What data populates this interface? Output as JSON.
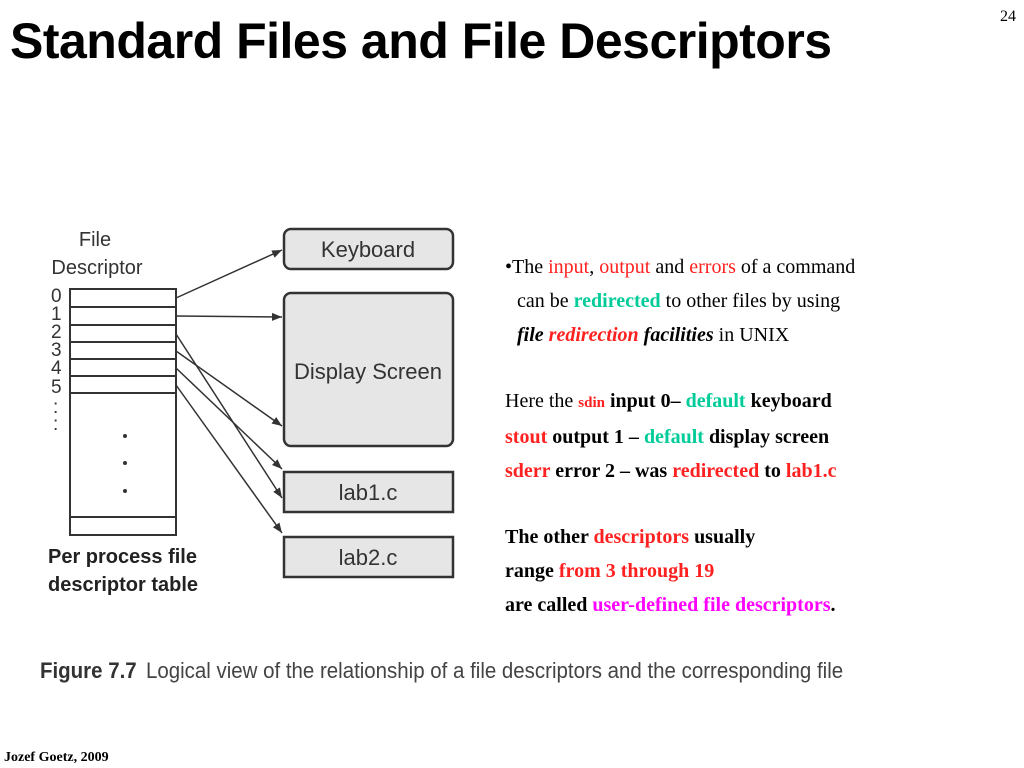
{
  "slide": {
    "title": "Standard Files and File Descriptors",
    "number": "24",
    "author": "Jozef Goetz, 2009"
  },
  "diagram": {
    "fd_header": [
      "File",
      "Descriptor"
    ],
    "fd_numbers": [
      "0",
      "1",
      "2",
      "3",
      "4",
      "5"
    ],
    "fd_more_dots": [
      ":",
      "·",
      "·",
      "·"
    ],
    "targets": {
      "keyboard": "Keyboard",
      "display": "Display Screen",
      "lab1": "lab1.c",
      "lab2": "lab2.c"
    },
    "table_caption": [
      "Per process file",
      "descriptor table"
    ],
    "figure_number": "Figure 7.7",
    "figure_text": "Logical view of the relationship of a file descriptors and the corresponding file"
  },
  "text": {
    "p1": {
      "bullet": "•",
      "the": "The ",
      "input": "input",
      "comma": ",",
      "output": "output",
      "and": "  and ",
      "errors": "errors",
      "of_command": " of a command",
      "can_be": "can be ",
      "redirected": "redirected",
      "to_other": " to other files by using",
      "file": "file",
      "redirection": "redirection",
      "facilities": "facilities",
      "in_unix": " in UNIX"
    },
    "stdin_line": {
      "here_the": "Here the ",
      "sdin": "sdin",
      "input": " input  0– ",
      "default": "default",
      "keyboard": " keyboard"
    },
    "stdout_line": {
      "stout": "stout",
      "output": " output  1 – ",
      "default": "default",
      "display": " display screen"
    },
    "stderr_line": {
      "sderr": "sderr",
      "error": " error  2 – was ",
      "redirected": "redirected",
      "to": " to ",
      "lab1": "lab1.c"
    },
    "p3": {
      "the_other": "The other ",
      "descriptors": "descriptors",
      "usually": " usually",
      "range": "range ",
      "from_range": "from 3 through 19",
      "are_called": "are called ",
      "user_defined": "user-defined file descriptors",
      "period": "."
    }
  },
  "colors": {
    "red": "#ff2020",
    "green": "#00cc99",
    "magenta": "#ff00ff",
    "box_fill": "#e6e6e6",
    "box_stroke": "#333333"
  }
}
